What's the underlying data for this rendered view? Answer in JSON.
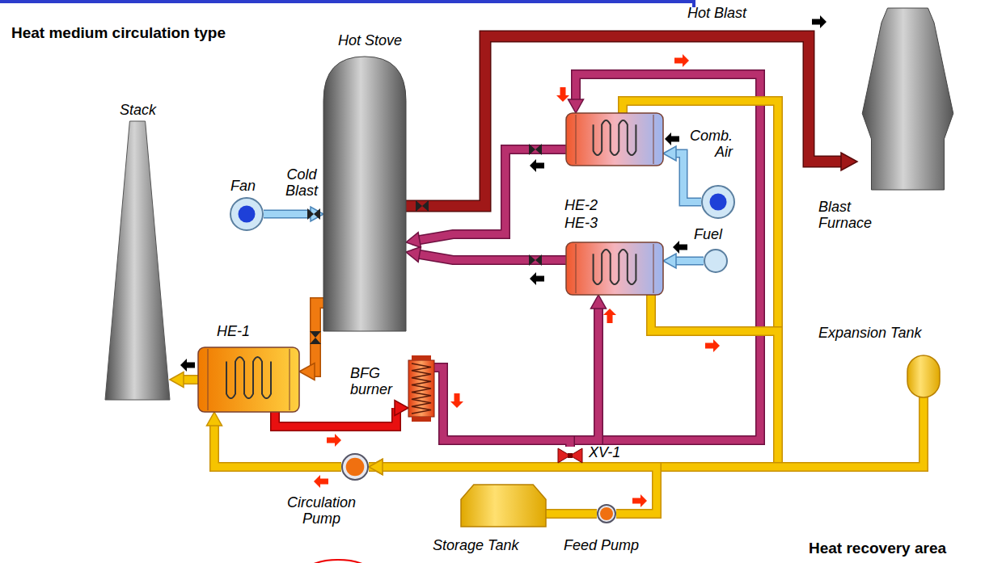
{
  "diagram": {
    "title": "Heat medium circulation type",
    "caption": "Heat recovery area",
    "nodes": [
      {
        "text": [
          "Hot Stove"
        ]
      },
      {
        "text": [
          "Stack"
        ]
      },
      {
        "text": [
          "Blast Furnace"
        ]
      },
      {
        "text": [
          "Fan"
        ]
      },
      {
        "text": [
          "HE-1"
        ]
      },
      {
        "text": [
          "HE-2"
        ]
      },
      {
        "text": [
          "HE-3"
        ]
      },
      {
        "text": [
          "Comb. Air"
        ]
      },
      {
        "text": [
          "Fuel"
        ]
      },
      {
        "text": [
          "BFG burner"
        ]
      },
      {
        "text": [
          "XV-1"
        ]
      },
      {
        "text": [
          "Expansion Tank"
        ]
      },
      {
        "text": [
          "Circulation Pump"
        ]
      },
      {
        "text": [
          "Storage Tank"
        ]
      },
      {
        "text": [
          "Feed Pump"
        ]
      }
    ],
    "edges": [
      {
        "from": 3,
        "to": 0,
        "label": "Cold Blast",
        "arrow": "to"
      },
      {
        "from": 0,
        "to": 2,
        "label": "Hot Blast",
        "arrow": "to"
      },
      {
        "from": 0,
        "to": 4,
        "arrow": "to"
      },
      {
        "from": 4,
        "to": 1,
        "arrow": "to"
      },
      {
        "from": 7,
        "to": 5,
        "arrow": "to"
      },
      {
        "from": 8,
        "to": 6,
        "arrow": "to"
      },
      {
        "from": 5,
        "to": 0,
        "arrow": "to"
      },
      {
        "from": 6,
        "to": 0,
        "arrow": "to"
      },
      {
        "from": 4,
        "to": 9,
        "arrow": "to"
      },
      {
        "from": 9,
        "to": 5,
        "arrow": "to"
      },
      {
        "from": 9,
        "to": 6,
        "arrow": "to"
      },
      {
        "from": 5,
        "to": 12,
        "arrow": "to"
      },
      {
        "from": 6,
        "to": 12,
        "arrow": "to"
      },
      {
        "from": 12,
        "to": 4,
        "arrow": "to"
      },
      {
        "from": 9,
        "to": 10,
        "arrow": "none"
      },
      {
        "from": 10,
        "to": 12,
        "arrow": "to"
      },
      {
        "from": 11,
        "to": 12,
        "arrow": "none"
      },
      {
        "from": 14,
        "to": 12,
        "arrow": "to"
      },
      {
        "from": 13,
        "to": 14,
        "arrow": "none"
      }
    ]
  }
}
